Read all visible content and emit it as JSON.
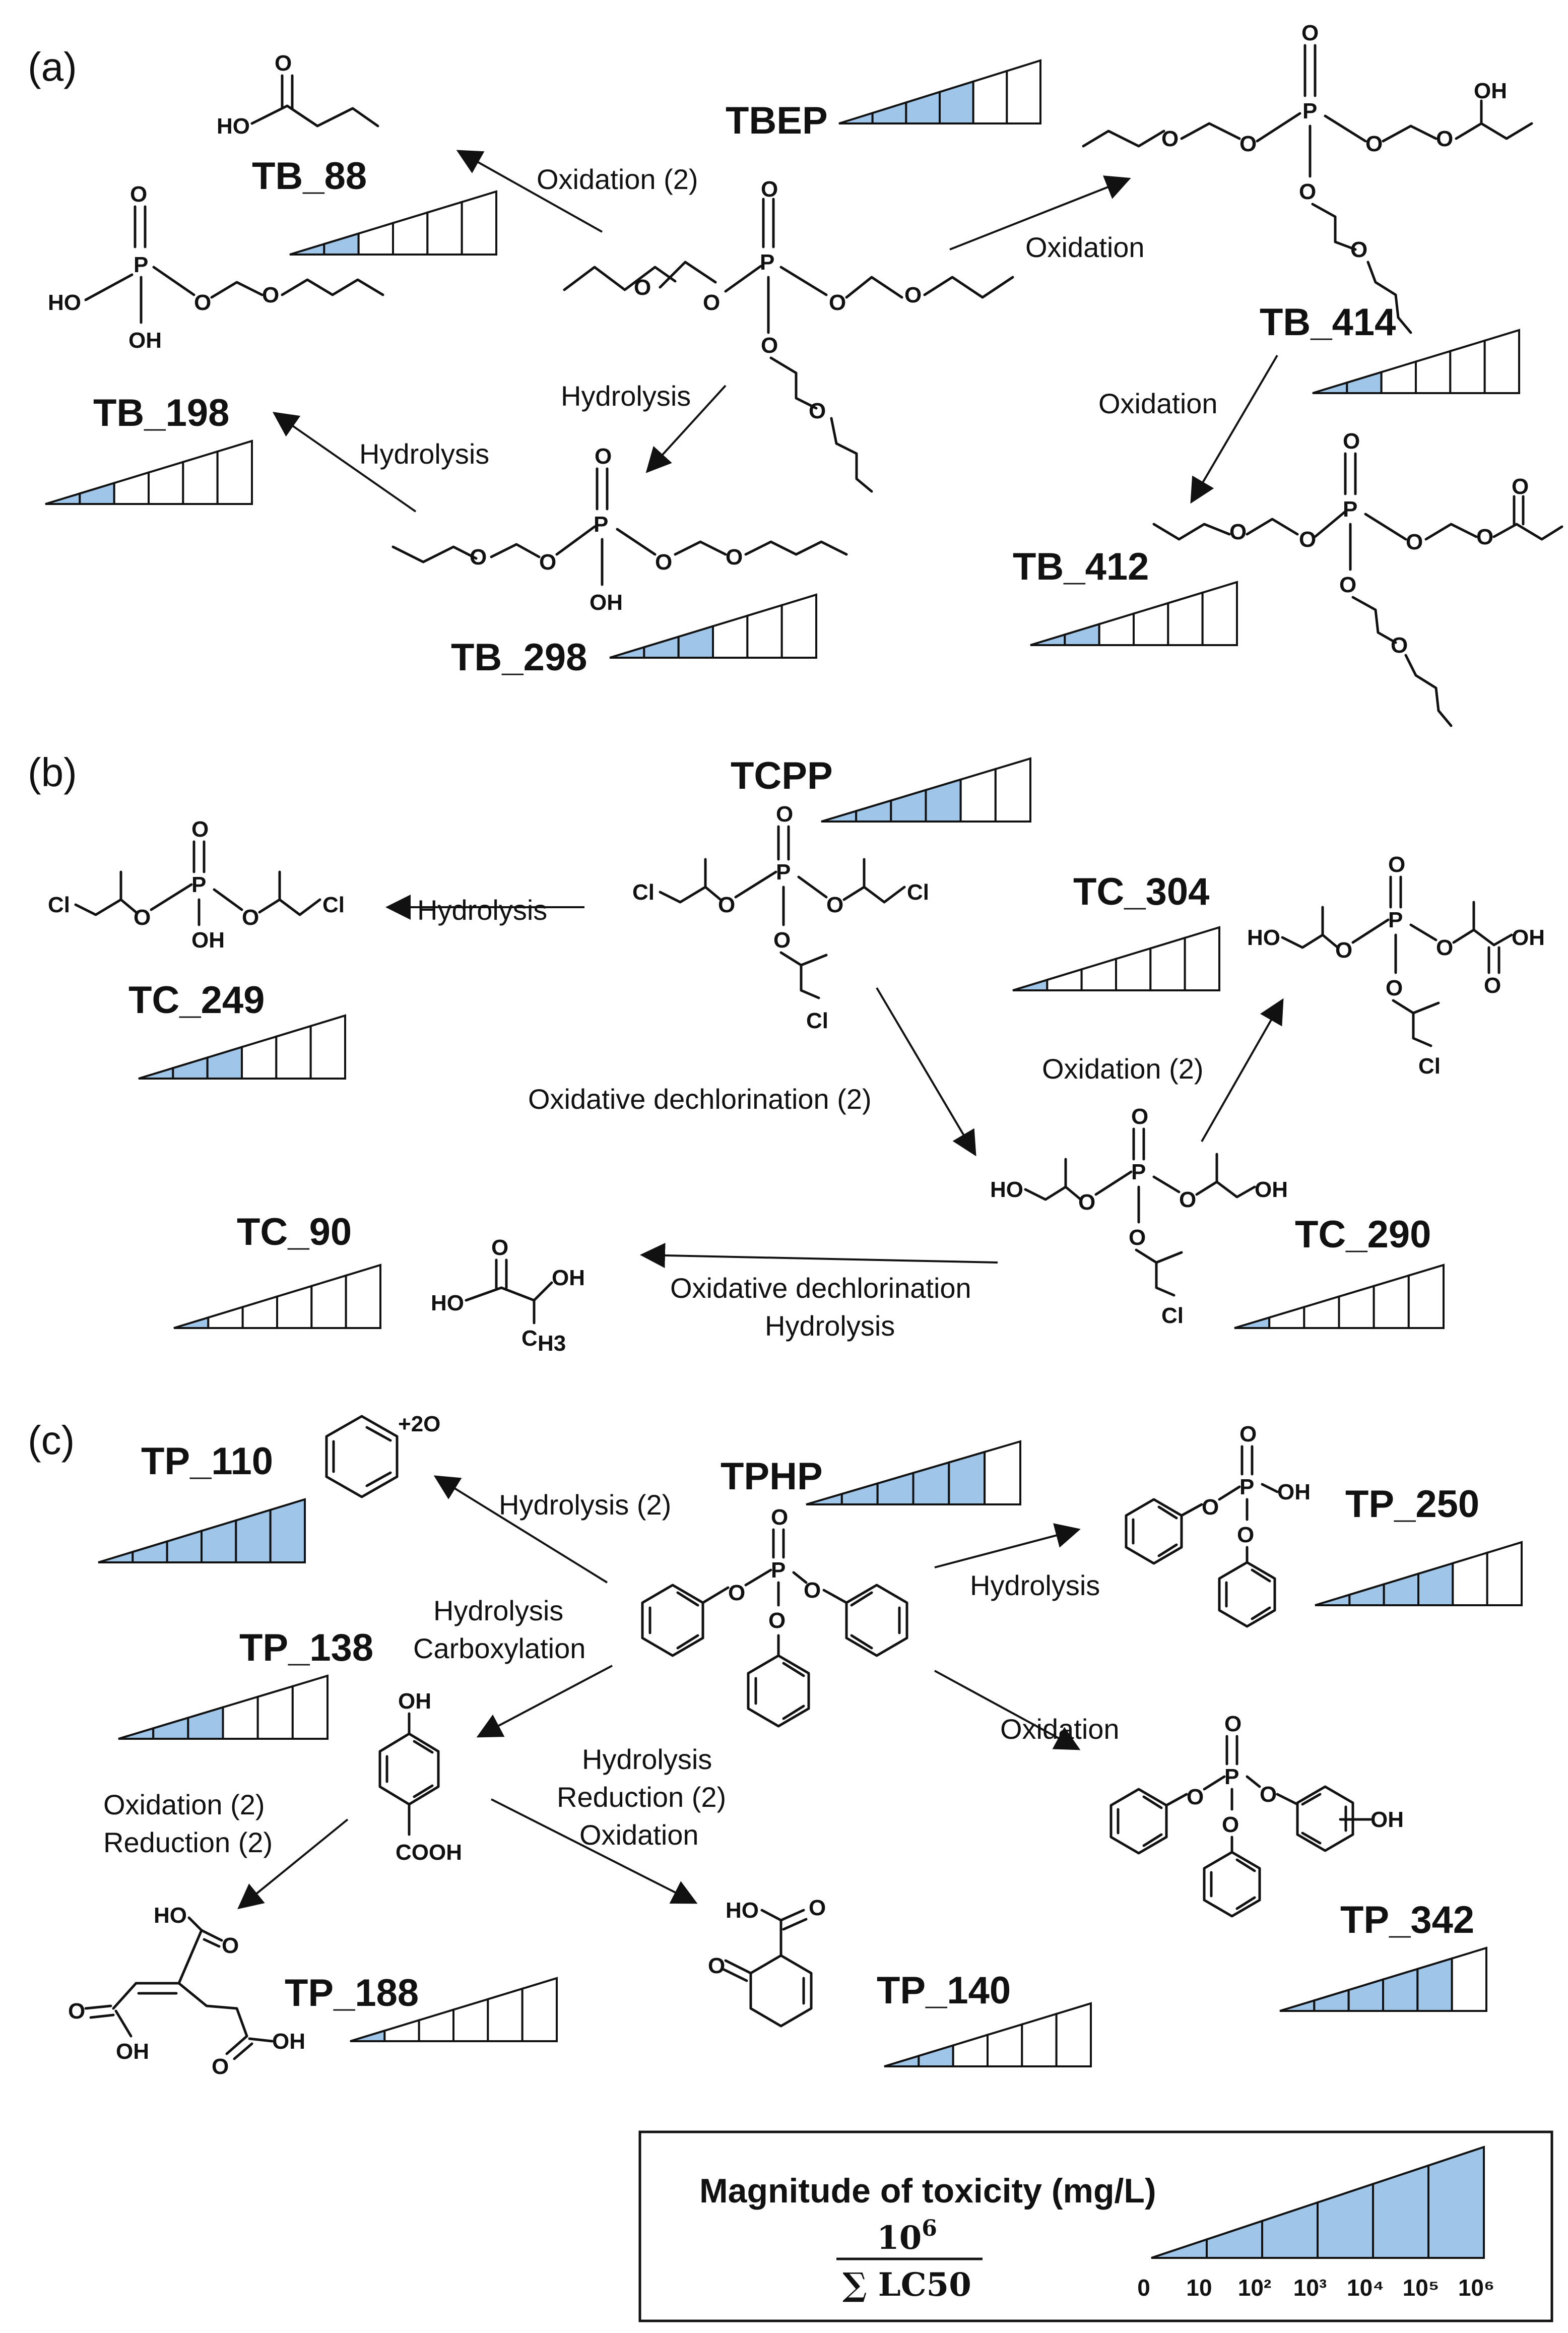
{
  "colors": {
    "fill": "#9fc5e8",
    "stroke": "#111111",
    "background": "#ffffff"
  },
  "panels": [
    {
      "label": "(a)",
      "parent": "TBEP",
      "compounds": [
        {
          "name": "TBEP",
          "level": 4
        },
        {
          "name": "TB_88",
          "level": 2
        },
        {
          "name": "TB_198",
          "level": 2
        },
        {
          "name": "TB_298",
          "level": 3
        },
        {
          "name": "TB_414",
          "level": 2
        },
        {
          "name": "TB_412",
          "level": 2
        }
      ],
      "reactions": [
        "Oxidation (2)",
        "Oxidation",
        "Hydrolysis",
        "Hydrolysis",
        "Oxidation"
      ]
    },
    {
      "label": "(b)",
      "parent": "TCPP",
      "compounds": [
        {
          "name": "TCPP",
          "level": 4
        },
        {
          "name": "TC_249",
          "level": 3
        },
        {
          "name": "TC_304",
          "level": 1
        },
        {
          "name": "TC_290",
          "level": 1
        },
        {
          "name": "TC_90",
          "level": 1
        }
      ],
      "reactions": [
        "Hydrolysis",
        "Oxidative dechlorination (2)",
        "Oxidation (2)",
        "Oxidative dechlorination",
        "Hydrolysis"
      ]
    },
    {
      "label": "(c)",
      "parent": "TPHP",
      "compounds": [
        {
          "name": "TPHP",
          "level": 5
        },
        {
          "name": "TP_110",
          "level": 6
        },
        {
          "name": "TP_138",
          "level": 3
        },
        {
          "name": "TP_250",
          "level": 4
        },
        {
          "name": "TP_342",
          "level": 5
        },
        {
          "name": "TP_188",
          "level": 1
        },
        {
          "name": "TP_140",
          "level": 2
        }
      ],
      "reactions": [
        "Hydrolysis (2)",
        "Hydrolysis",
        "Carboxylation",
        "Hydrolysis",
        "Oxidation",
        "Hydrolysis",
        "Reduction (2)",
        "Oxidation",
        "Oxidation (2)",
        "Reduction (2)"
      ]
    }
  ],
  "atoms": {
    "O": "O",
    "P": "P",
    "HO": "HO",
    "OH": "OH",
    "Cl": "Cl",
    "H3": "H3",
    "C": "C",
    "COOH": "COOH",
    "plus2O": "+2O"
  },
  "legend": {
    "title": "Magnitude of toxicity (mg/L)",
    "formula_num": "10",
    "formula_exp": "6",
    "formula_den": "∑ LC50",
    "ticks": [
      "0",
      "10",
      "10²",
      "10³",
      "10⁴",
      "10⁵",
      "10⁶"
    ]
  }
}
